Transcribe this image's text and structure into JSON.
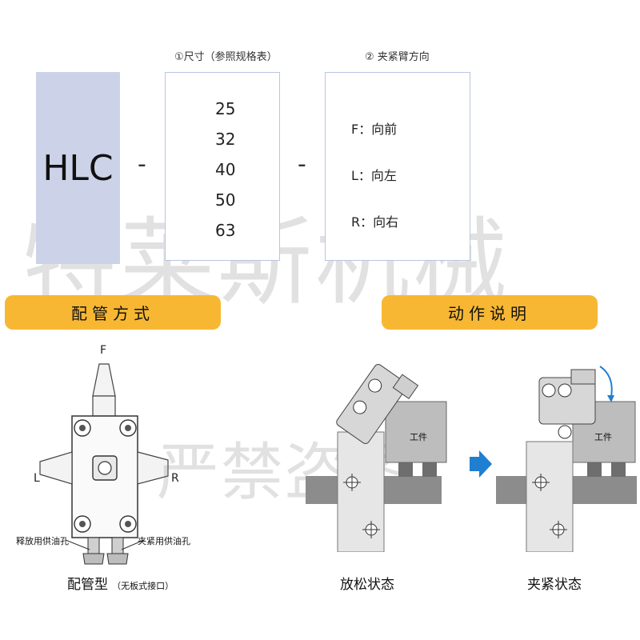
{
  "model": "HLC",
  "separator": "-",
  "size_header": "①尺寸（参照规格表）",
  "sizes": [
    "25",
    "32",
    "40",
    "50",
    "63"
  ],
  "direction_header": "② 夹紧臂方向",
  "directions": [
    "F：向前",
    "L：向左",
    "R：向右"
  ],
  "watermark_main": "特莱斯机械",
  "watermark_secondary": "严禁盗图",
  "piping_title": "配管方式",
  "action_title": "动作说明",
  "piping": {
    "label_front": "F",
    "label_left": "L",
    "label_right": "R",
    "release_port": "释放用供油孔",
    "clamp_port": "夹紧用供油孔",
    "type_main": "配管型",
    "type_sub": "（无板式接口）"
  },
  "action": {
    "workpiece": "工件",
    "released": "放松状态",
    "clamped": "夹紧状态"
  },
  "colors": {
    "accent_bar": "#f7b733",
    "hlc_box": "#ccd3e8",
    "box_border": "#b9c4e0",
    "arrow": "#1f7fd0"
  }
}
